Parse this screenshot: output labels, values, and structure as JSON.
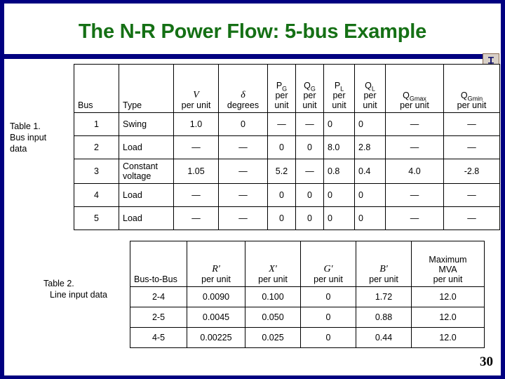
{
  "slide": {
    "title": "The N-R Power Flow: 5-bus Example",
    "page_number": "30",
    "title_color": "#157015",
    "rule_color": "#000080",
    "sound_icon": "sound-icon"
  },
  "table1": {
    "caption_lines": [
      "Table 1.",
      "Bus input",
      "data"
    ],
    "headers": [
      {
        "symbol": "Bus",
        "sub": "",
        "unit": ""
      },
      {
        "symbol": "Type",
        "sub": "",
        "unit": ""
      },
      {
        "symbol": "V",
        "sub": "",
        "unit": "per unit"
      },
      {
        "symbol": "δ",
        "sub": "",
        "unit": "degrees"
      },
      {
        "symbol": "P",
        "sub": "G",
        "unit": "per unit"
      },
      {
        "symbol": "Q",
        "sub": "G",
        "unit": "per unit"
      },
      {
        "symbol": "P",
        "sub": "L",
        "unit": "per unit"
      },
      {
        "symbol": "Q",
        "sub": "L",
        "unit": "per unit"
      },
      {
        "symbol": "Q",
        "sub": "Gmax",
        "unit": "per unit"
      },
      {
        "symbol": "Q",
        "sub": "Gmin",
        "unit": "per unit"
      }
    ],
    "rows": [
      {
        "bus": "1",
        "type": "Swing",
        "v": "1.0",
        "delta": "0",
        "pg": "—",
        "qg": "—",
        "pl": "0",
        "ql": "0",
        "qgmax": "—",
        "qgmin": "—"
      },
      {
        "bus": "2",
        "type": "Load",
        "v": "—",
        "delta": "—",
        "pg": "0",
        "qg": "0",
        "pl": "8.0",
        "ql": "2.8",
        "qgmax": "—",
        "qgmin": "—"
      },
      {
        "bus": "3",
        "type": "Constant voltage",
        "v": "1.05",
        "delta": "—",
        "pg": "5.2",
        "qg": "—",
        "pl": "0.8",
        "ql": "0.4",
        "qgmax": "4.0",
        "qgmin": "-2.8"
      },
      {
        "bus": "4",
        "type": "Load",
        "v": "—",
        "delta": "—",
        "pg": "0",
        "qg": "0",
        "pl": "0",
        "ql": "0",
        "qgmax": "—",
        "qgmin": "—"
      },
      {
        "bus": "5",
        "type": "Load",
        "v": "—",
        "delta": "—",
        "pg": "0",
        "qg": "0",
        "pl": "0",
        "ql": "0",
        "qgmax": "—",
        "qgmin": "—"
      }
    ]
  },
  "table2": {
    "caption_line1": "Table 2.",
    "caption_line2": "Line input data",
    "headers": [
      {
        "top": "",
        "symbol": "Bus-to-Bus",
        "unit": ""
      },
      {
        "top": "",
        "symbol": "R'",
        "unit": "per unit"
      },
      {
        "top": "",
        "symbol": "X'",
        "unit": "per unit"
      },
      {
        "top": "",
        "symbol": "G'",
        "unit": "per unit"
      },
      {
        "top": "",
        "symbol": "B'",
        "unit": "per unit"
      },
      {
        "top": "Maximum",
        "symbol": "MVA",
        "unit": "per unit"
      }
    ],
    "rows": [
      {
        "bus_to_bus": "2-4",
        "r": "0.0090",
        "x": "0.100",
        "g": "0",
        "b": "1.72",
        "mva": "12.0"
      },
      {
        "bus_to_bus": "2-5",
        "r": "0.0045",
        "x": "0.050",
        "g": "0",
        "b": "0.88",
        "mva": "12.0"
      },
      {
        "bus_to_bus": "4-5",
        "r": "0.00225",
        "x": "0.025",
        "g": "0",
        "b": "0.44",
        "mva": "12.0"
      }
    ]
  }
}
